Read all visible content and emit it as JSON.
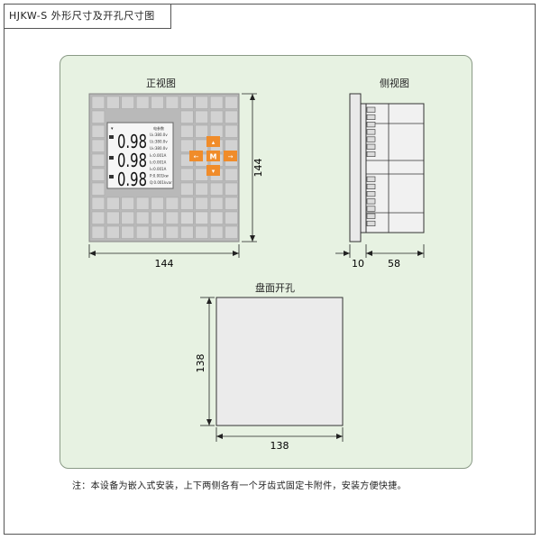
{
  "header": {
    "title": "HJKW-S 外形尺寸及开孔尺寸图"
  },
  "front_view": {
    "title": "正视图",
    "display": {
      "header": "电参数",
      "readings": [
        "0.98",
        "0.98",
        "0.98"
      ],
      "params": [
        "U₁:380.0v",
        "U₂:380.0v",
        "U₃:380.0v",
        "I₁:0.001A",
        "I₂:0.001A",
        "I₃:0.001A",
        "P:0.001kw",
        "Q:0.001kvar"
      ]
    },
    "keys": {
      "up": "▴",
      "left": "←",
      "center": "M",
      "right": "→",
      "down": "▾"
    },
    "dim_height": "144",
    "dim_width": "144"
  },
  "side_view": {
    "title": "侧视图",
    "dim_front": "10",
    "dim_depth": "58"
  },
  "cutout": {
    "title": "盘面开孔",
    "dim_height": "138",
    "dim_width": "138"
  },
  "note": "注：本设备为嵌入式安装，上下两侧各有一个牙齿式固定卡附件，安装方便快捷。",
  "colors": {
    "panel_bg": "#e7f2e2",
    "grid": "#c2c2c2",
    "key": "#f08c2a",
    "lcd": "#f6f6f6"
  }
}
